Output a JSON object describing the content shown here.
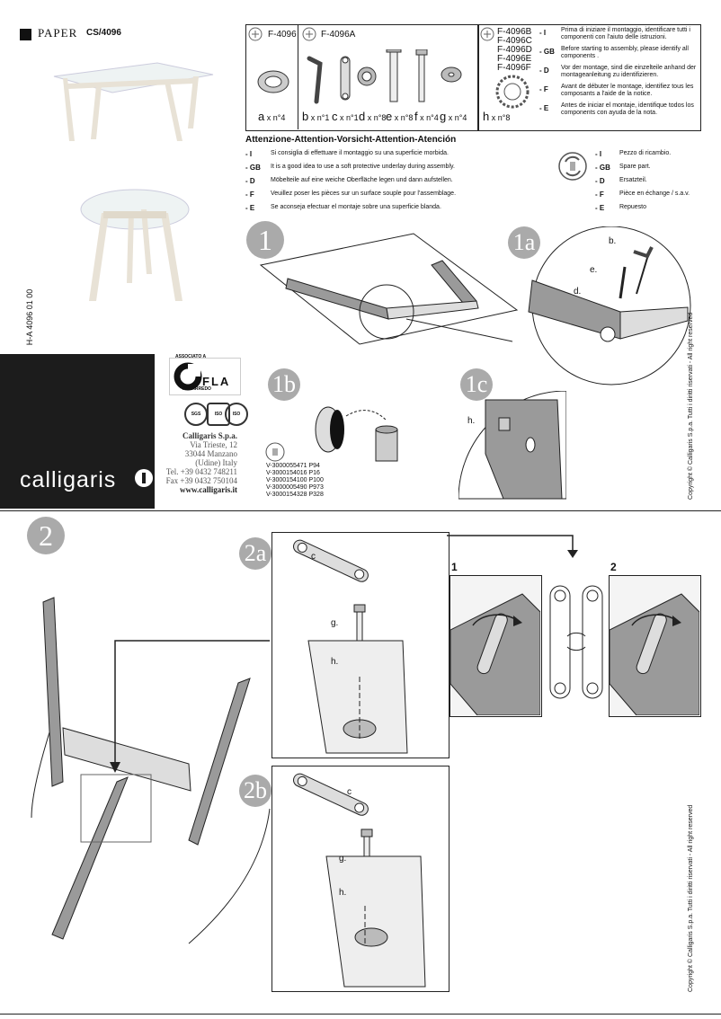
{
  "header": {
    "title": "PAPER",
    "code": "CS/4096"
  },
  "doc_code": "H-A 4096 01 00",
  "brand": {
    "name": "calligaris"
  },
  "certification": {
    "accredited_label": "ASSOCIATO A",
    "fla_label": "FLA",
    "assarredo_label": "ASSARREDO",
    "badges": [
      "SGS",
      "ISO",
      "ISO"
    ]
  },
  "address": {
    "company": "Calligaris S.p.a.",
    "street": "Via Trieste, 12",
    "city": "33044 Manzano",
    "region": "(Udine) Italy",
    "tel": "Tel. +39 0432 748211",
    "fax": "Fax +39 0432 750104",
    "web": "www.calligaris.it"
  },
  "product_codes": {
    "left1": "F-4096",
    "left2": "F-4096A",
    "right": [
      "F-4096B",
      "F-4096C",
      "F-4096D",
      "F-4096E",
      "F-4096F"
    ]
  },
  "parts": [
    {
      "letter": "a",
      "qty": "x n°4"
    },
    {
      "letter": "b",
      "qty": "x n°1"
    },
    {
      "letter": "c",
      "qty": "x n°1"
    },
    {
      "letter": "d",
      "qty": "x n°8"
    },
    {
      "letter": "e",
      "qty": "x n°8"
    },
    {
      "letter": "f",
      "qty": "x n°4"
    },
    {
      "letter": "g",
      "qty": "x n°4"
    },
    {
      "letter": "h",
      "qty": "x n°8"
    }
  ],
  "identify_instructions": [
    {
      "lang": "- I",
      "text": "Prima di iniziare il montaggio, identificare tutti i componenti con l'aiuto delle istruzioni."
    },
    {
      "lang": "- GB",
      "text": "Before starting to assembly, please identify all components ."
    },
    {
      "lang": "- D",
      "text": "Vor der montage, sind die einzelteile anhand der montageanleitung zu identifizieren."
    },
    {
      "lang": "- F",
      "text": "Avant de débuter le montage, identifiez tous les composants a l'aide de la notice."
    },
    {
      "lang": "- E",
      "text": "Antes de iniciar el montaje, identifique todos los components con ayuda de la nota."
    }
  ],
  "attention": {
    "title": "Attenzione-Attention-Vorsicht-Attention-Atención",
    "items": [
      {
        "lang": "- I",
        "text": "Si consiglia di effettuare il montaggio su una superficie morbida."
      },
      {
        "lang": "- GB",
        "text": "It is a good idea to use a soft protective underlay during assembly."
      },
      {
        "lang": "- D",
        "text": "Möbelteile auf eine weiche Oberfläche legen und dann aufstellen."
      },
      {
        "lang": "- F",
        "text": "Veuillez poser les pièces sur un surface souple pour l'assemblage."
      },
      {
        "lang": "- E",
        "text": "Se aconseja efectuar el montaje sobre una superficie blanda."
      }
    ]
  },
  "spare_part": [
    {
      "lang": "- I",
      "text": "Pezzo di ricambio."
    },
    {
      "lang": "- GB",
      "text": "Spare part."
    },
    {
      "lang": "- D",
      "text": "Ersatzteil."
    },
    {
      "lang": "- F",
      "text": "Pièce en échange / s.a.v."
    },
    {
      "lang": "- E",
      "text": "Repuesto"
    }
  ],
  "steps": {
    "s1": "1",
    "s1a": "1a",
    "s1b": "1b",
    "s1c": "1c",
    "s2": "2",
    "s2a": "2a",
    "s2b": "2b",
    "sub1": "1",
    "sub2": "2"
  },
  "step_labels": {
    "b": "b.",
    "e": "e.",
    "d": "d.",
    "h1c": "h.",
    "c2a": "c",
    "g2a": "g.",
    "h2a": "h.",
    "c2b": "c",
    "g2b": "g.",
    "h2b": "h."
  },
  "spare_codes": [
    "V-3000055471 P94",
    "V-3000154016 P16",
    "V-3000154100 P100",
    "V-3000005490 P973",
    "V-3000154328 P328"
  ],
  "copyright": "Copyright © Calligaris S.p.a.  Tutti i diritti riservati - All right reserved"
}
